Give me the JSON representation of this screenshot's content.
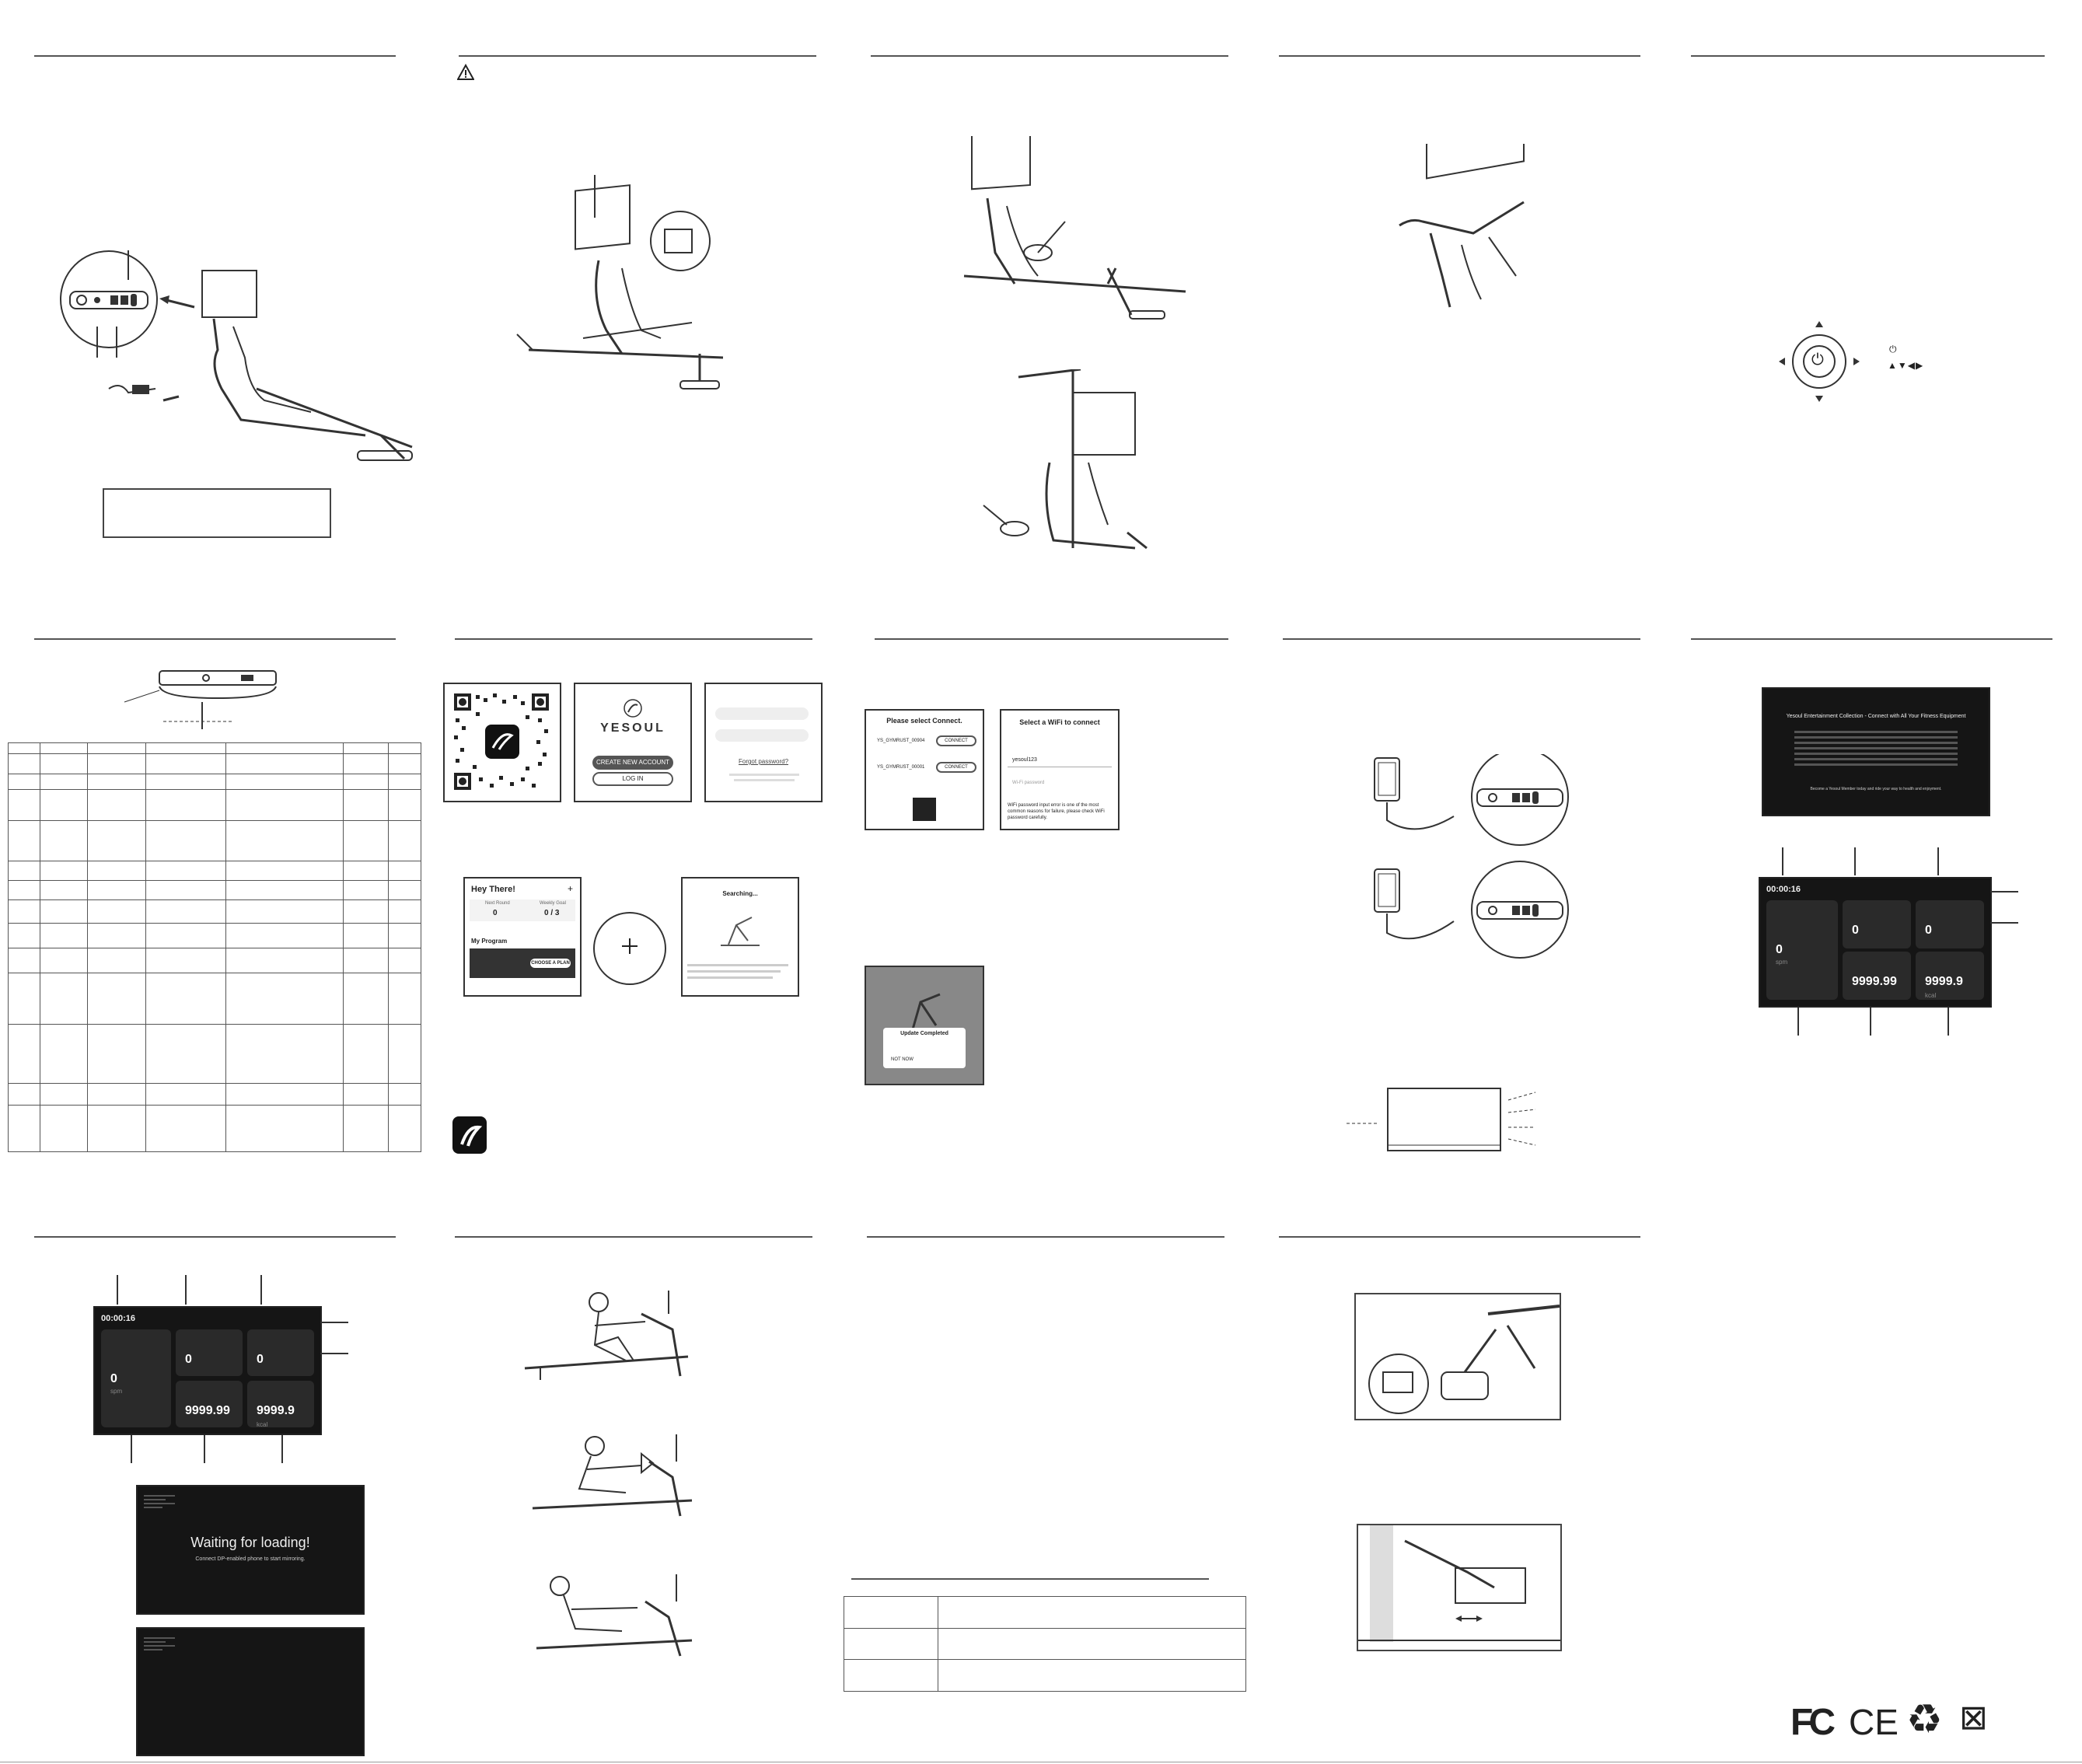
{
  "app_qr": {
    "brand": "YESOUL"
  },
  "app_login": {
    "brand": "YESOUL",
    "create_account": "CREATE NEW ACCOUNT",
    "login": "LOG IN",
    "forgot_password": "Forgot password?"
  },
  "home_screen": {
    "greeting": "Hey There!",
    "stat1_label": "Next Round",
    "stat1_value": "0",
    "stat2_label": "Weekly Goal",
    "stat2_value": "0 / 3",
    "program_label": "My Program",
    "choose_plan": "CHOOSE A PLAN"
  },
  "searching_screen": {
    "title": "Searching..."
  },
  "connect_device": {
    "title": "Please select Connect.",
    "device1": "YS_GYMRUST_00904",
    "device2": "YS_GYMRUST_00001",
    "connect": "CONNECT"
  },
  "wifi_screen": {
    "title": "Select a WiFi to connect",
    "ssid": "yesoul123",
    "password_placeholder": "Wi-Fi password",
    "note": "WiFi password input error is one of the most common reasons for failure, please check WiFi password carefully."
  },
  "update_dialog": {
    "title": "Update Completed",
    "not_now": "NOT NOW"
  },
  "entertainment_screen": {
    "title": "Yesoul Entertainment Collection - Connect with All Your Fitness Equipment",
    "footer": "Become a Yesoul Member today and ride your way to health and enjoyment."
  },
  "workout_display": {
    "timer": "00:00:16",
    "spm_value": "0",
    "spm_unit": "spm",
    "tile2_value": "0",
    "tile3_value": "0",
    "distance_value": "9999.99",
    "calories_value": "9999.9",
    "calories_unit": "kcal"
  },
  "loading_screen": {
    "title": "Waiting for loading!",
    "subtitle": "Connect DP-enabled phone to start mirroring."
  },
  "remote": {
    "power_symbol": "⏻",
    "arrows": "▲▼◀▶"
  },
  "certifications": {
    "fcc": "FC",
    "ce": "CE",
    "recycle": "♻",
    "weee": "⊠"
  }
}
